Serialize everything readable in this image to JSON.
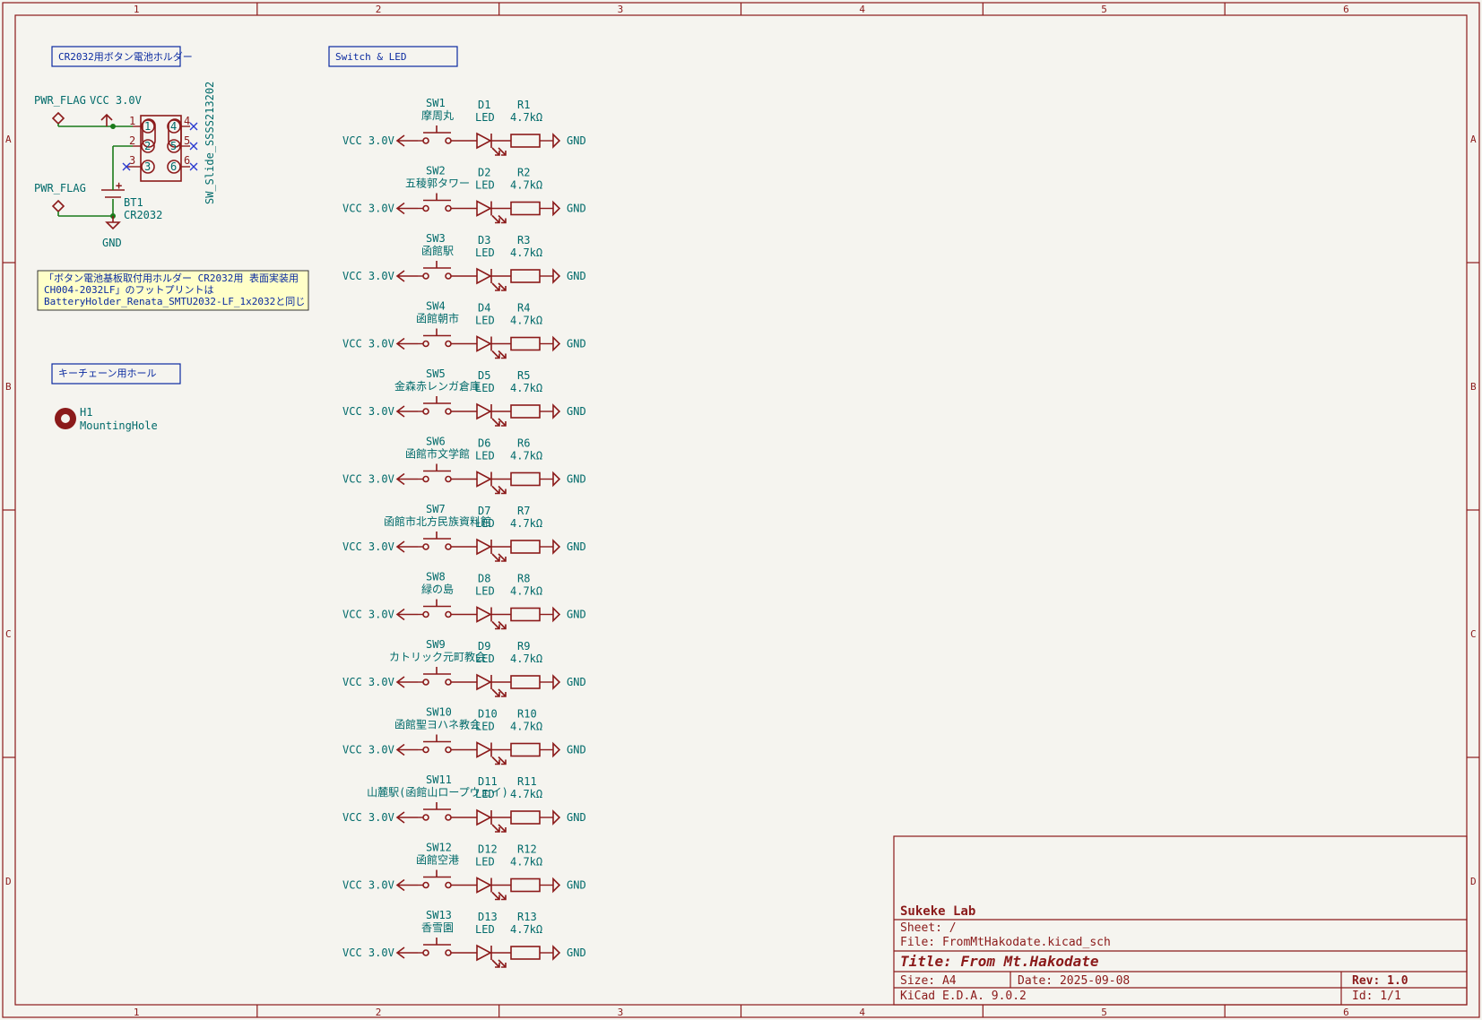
{
  "sheet": {
    "col_numbers": [
      "1",
      "2",
      "3",
      "4",
      "5",
      "6"
    ],
    "row_letters": [
      "A",
      "B",
      "C",
      "D"
    ]
  },
  "notes": {
    "battery_holder_title": "CR2032用ボタン電池ホルダー",
    "switch_led_title": "Switch & LED",
    "keychain_title": "キーチェーン用ホール",
    "footprint_note": [
      "「ボタン電池基板取付用ホルダー CR2032用 表面実装用",
      "CH004-2032LF」のフットプリントは",
      "BatteryHolder_Renata_SMTU2032-LF_1x2032と同じ"
    ]
  },
  "power": {
    "pwr_flag_1": "PWR_FLAG",
    "vcc_top": "VCC 3.0V",
    "pwr_flag_2": "PWR_FLAG",
    "gnd": "GND",
    "battery_ref": "BT1",
    "battery_value": "CR2032",
    "switch_value": "SW_Slide_SSSS213202",
    "pin_numbers_left": [
      "1",
      "2",
      "3"
    ],
    "pin_numbers_right": [
      "4",
      "5",
      "6"
    ]
  },
  "mounting_hole": {
    "ref": "H1",
    "value": "MountingHole"
  },
  "channels": [
    {
      "sw": "SW1",
      "name": "摩周丸",
      "d": "D1",
      "led": "LED",
      "r": "R1",
      "rv": "4.7kΩ",
      "vcc": "VCC 3.0V",
      "gnd": "GND"
    },
    {
      "sw": "SW2",
      "name": "五稜郭タワー",
      "d": "D2",
      "led": "LED",
      "r": "R2",
      "rv": "4.7kΩ",
      "vcc": "VCC 3.0V",
      "gnd": "GND"
    },
    {
      "sw": "SW3",
      "name": "函館駅",
      "d": "D3",
      "led": "LED",
      "r": "R3",
      "rv": "4.7kΩ",
      "vcc": "VCC 3.0V",
      "gnd": "GND"
    },
    {
      "sw": "SW4",
      "name": "函館朝市",
      "d": "D4",
      "led": "LED",
      "r": "R4",
      "rv": "4.7kΩ",
      "vcc": "VCC 3.0V",
      "gnd": "GND"
    },
    {
      "sw": "SW5",
      "name": "金森赤レンガ倉庫",
      "d": "D5",
      "led": "LED",
      "r": "R5",
      "rv": "4.7kΩ",
      "vcc": "VCC 3.0V",
      "gnd": "GND"
    },
    {
      "sw": "SW6",
      "name": "函館市文学館",
      "d": "D6",
      "led": "LED",
      "r": "R6",
      "rv": "4.7kΩ",
      "vcc": "VCC 3.0V",
      "gnd": "GND"
    },
    {
      "sw": "SW7",
      "name": "函館市北方民族資料館",
      "d": "D7",
      "led": "LED",
      "r": "R7",
      "rv": "4.7kΩ",
      "vcc": "VCC 3.0V",
      "gnd": "GND"
    },
    {
      "sw": "SW8",
      "name": "緑の島",
      "d": "D8",
      "led": "LED",
      "r": "R8",
      "rv": "4.7kΩ",
      "vcc": "VCC 3.0V",
      "gnd": "GND"
    },
    {
      "sw": "SW9",
      "name": "カトリック元町教会",
      "d": "D9",
      "led": "LED",
      "r": "R9",
      "rv": "4.7kΩ",
      "vcc": "VCC 3.0V",
      "gnd": "GND"
    },
    {
      "sw": "SW10",
      "name": "函館聖ヨハネ教会",
      "d": "D10",
      "led": "LED",
      "r": "R10",
      "rv": "4.7kΩ",
      "vcc": "VCC 3.0V",
      "gnd": "GND"
    },
    {
      "sw": "SW11",
      "name": "山麓駅(函館山ロープウェイ)",
      "d": "D11",
      "led": "LED",
      "r": "R11",
      "rv": "4.7kΩ",
      "vcc": "VCC 3.0V",
      "gnd": "GND"
    },
    {
      "sw": "SW12",
      "name": "函館空港",
      "d": "D12",
      "led": "LED",
      "r": "R12",
      "rv": "4.7kΩ",
      "vcc": "VCC 3.0V",
      "gnd": "GND"
    },
    {
      "sw": "SW13",
      "name": "香雪園",
      "d": "D13",
      "led": "LED",
      "r": "R13",
      "rv": "4.7kΩ",
      "vcc": "VCC 3.0V",
      "gnd": "GND"
    }
  ],
  "title_block": {
    "company": "Sukeke Lab",
    "sheet": "Sheet: /",
    "file": "File: FromMtHakodate.kicad_sch",
    "title": "Title: From Mt.Hakodate",
    "size": "Size: A4",
    "date": "Date: 2025-09-08",
    "rev": "Rev: 1.0",
    "tool": "KiCad E.D.A. 9.0.2",
    "id": "Id: 1/1"
  }
}
